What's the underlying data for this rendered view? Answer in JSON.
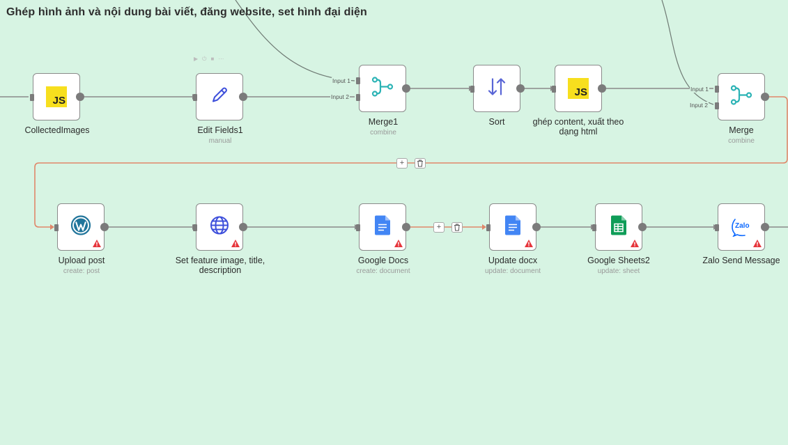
{
  "canvas": {
    "background": "#d7f4e3",
    "title": "Ghép hình ảnh và nội dung bài viết, đăng website, set hình đại diện"
  },
  "nodes": [
    {
      "id": "collected",
      "label": "CollectedImages",
      "subtitle": "",
      "icon": "javascript-icon",
      "warning": false
    },
    {
      "id": "editfields",
      "label": "Edit Fields1",
      "subtitle": "manual",
      "icon": "pencil-icon",
      "warning": false
    },
    {
      "id": "merge1",
      "label": "Merge1",
      "subtitle": "combine",
      "icon": "merge-icon",
      "warning": false
    },
    {
      "id": "sort",
      "label": "Sort",
      "subtitle": "",
      "icon": "sort-arrows-icon",
      "warning": false
    },
    {
      "id": "ghep",
      "label": "ghép content, xuất theo dạng html",
      "subtitle": "",
      "icon": "javascript-icon",
      "warning": false
    },
    {
      "id": "merge",
      "label": "Merge",
      "subtitle": "combine",
      "icon": "merge-icon",
      "warning": false
    },
    {
      "id": "upload",
      "label": "Upload post",
      "subtitle": "create: post",
      "icon": "wordpress-icon",
      "warning": true
    },
    {
      "id": "setfeature",
      "label": "Set feature image, title, description",
      "subtitle": "",
      "icon": "globe-icon",
      "warning": true
    },
    {
      "id": "gdocs",
      "label": "Google Docs",
      "subtitle": "create: document",
      "icon": "google-docs-icon",
      "warning": true
    },
    {
      "id": "updatedocx",
      "label": "Update docx",
      "subtitle": "update: document",
      "icon": "google-docs-icon",
      "warning": true
    },
    {
      "id": "gsheets",
      "label": "Google Sheets2",
      "subtitle": "update: sheet",
      "icon": "google-sheets-icon",
      "warning": true
    },
    {
      "id": "zalo",
      "label": "Zalo Send Message",
      "subtitle": "",
      "icon": "zalo-icon",
      "warning": true
    }
  ],
  "merge1_inputs": [
    "Input 1",
    "Input 2"
  ],
  "merge_inputs": [
    "Input 1",
    "Input 2"
  ],
  "js_badge": "JS",
  "zalo_text": "Zalo",
  "edge_buttons": {
    "add": "+",
    "delete": "🗑"
  },
  "colors": {
    "wire": "#8a8a8a",
    "active_wire": "#e0876a",
    "js_yellow": "#f7df1e",
    "docs_blue": "#4285f4",
    "sheets_green": "#0f9d58",
    "wordpress": "#21759b",
    "globe": "#3d4fdb",
    "merge_teal": "#2bb3b5",
    "sort_indigo": "#5965d6",
    "warning_red": "#e6343b"
  }
}
